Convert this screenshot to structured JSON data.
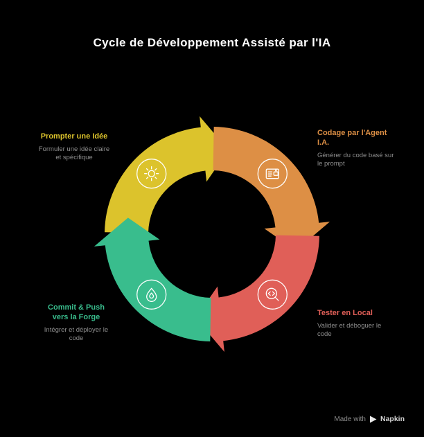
{
  "title": "Cycle de Développement Assisté par l'IA",
  "colors": {
    "background": "#000000",
    "title": "#ffffff",
    "description": "#8e8e8e"
  },
  "steps": [
    {
      "label": "Prompter une Idée",
      "description": "Formuler une idée claire et spécifique",
      "color": "#dcc32c",
      "icon": "gear-idea-icon"
    },
    {
      "label": "Codage par l'Agent I.A.",
      "description": "Générer du code basé sur le prompt",
      "color": "#dd8f45",
      "icon": "robot-code-card-icon"
    },
    {
      "label": "Tester en Local",
      "description": "Valider et déboguer le code",
      "color": "#e05f58",
      "icon": "code-search-icon"
    },
    {
      "label": "Commit & Push vers la Forge",
      "description": "Intégrer et déployer le code",
      "color": "#39bd8d",
      "icon": "droplet-icon"
    }
  ],
  "footer": {
    "made_with": "Made with",
    "brand": "Napkin"
  }
}
